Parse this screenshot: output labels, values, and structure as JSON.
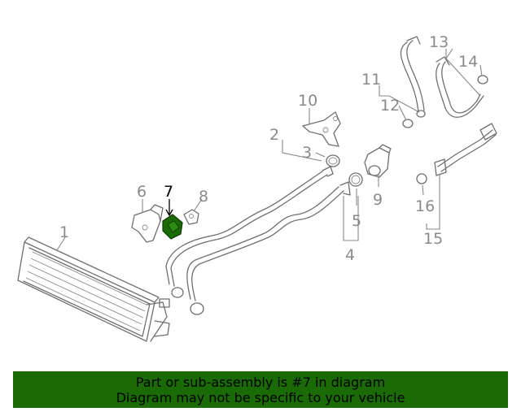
{
  "diagram": {
    "callouts": [
      {
        "id": "1",
        "label": "1"
      },
      {
        "id": "2",
        "label": "2"
      },
      {
        "id": "3",
        "label": "3"
      },
      {
        "id": "4",
        "label": "4"
      },
      {
        "id": "5",
        "label": "5"
      },
      {
        "id": "6",
        "label": "6"
      },
      {
        "id": "7",
        "label": "7",
        "highlighted": true
      },
      {
        "id": "8",
        "label": "8"
      },
      {
        "id": "9",
        "label": "9"
      },
      {
        "id": "10",
        "label": "10"
      },
      {
        "id": "11",
        "label": "11"
      },
      {
        "id": "12",
        "label": "12"
      },
      {
        "id": "13",
        "label": "13"
      },
      {
        "id": "14",
        "label": "14"
      },
      {
        "id": "15",
        "label": "15"
      },
      {
        "id": "16",
        "label": "16"
      }
    ],
    "highlight_color": "#1a6b05"
  },
  "banner": {
    "line1": "Part or sub-assembly is #7 in diagram",
    "line2": "Diagram may not be specific to your vehicle",
    "background": "#1a6b05"
  }
}
